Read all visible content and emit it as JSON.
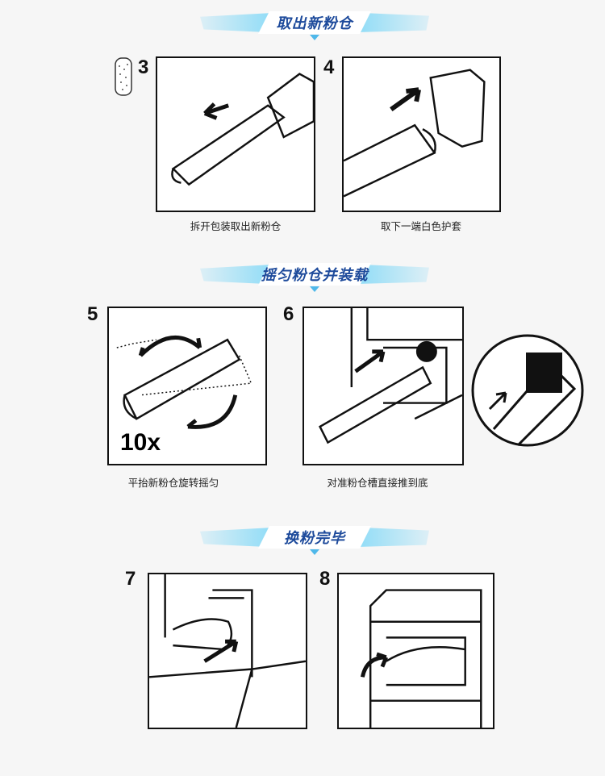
{
  "sections": [
    {
      "title": "取出新粉仓"
    },
    {
      "title": "摇匀粉仓并装载"
    },
    {
      "title": "换粉完毕"
    }
  ],
  "steps": [
    {
      "number": "3",
      "caption": "拆开包装取出新粉仓"
    },
    {
      "number": "4",
      "caption": "取下一端白色护套"
    },
    {
      "number": "5",
      "caption": "平抬新粉仓旋转摇匀",
      "annotation": "10x"
    },
    {
      "number": "6",
      "caption": "对准粉仓槽直接推到底"
    },
    {
      "number": "7",
      "caption": ""
    },
    {
      "number": "8",
      "caption": ""
    }
  ],
  "colors": {
    "header_text": "#1d4a9b",
    "brush": "#8fdcf7",
    "background": "#f6f6f6"
  }
}
